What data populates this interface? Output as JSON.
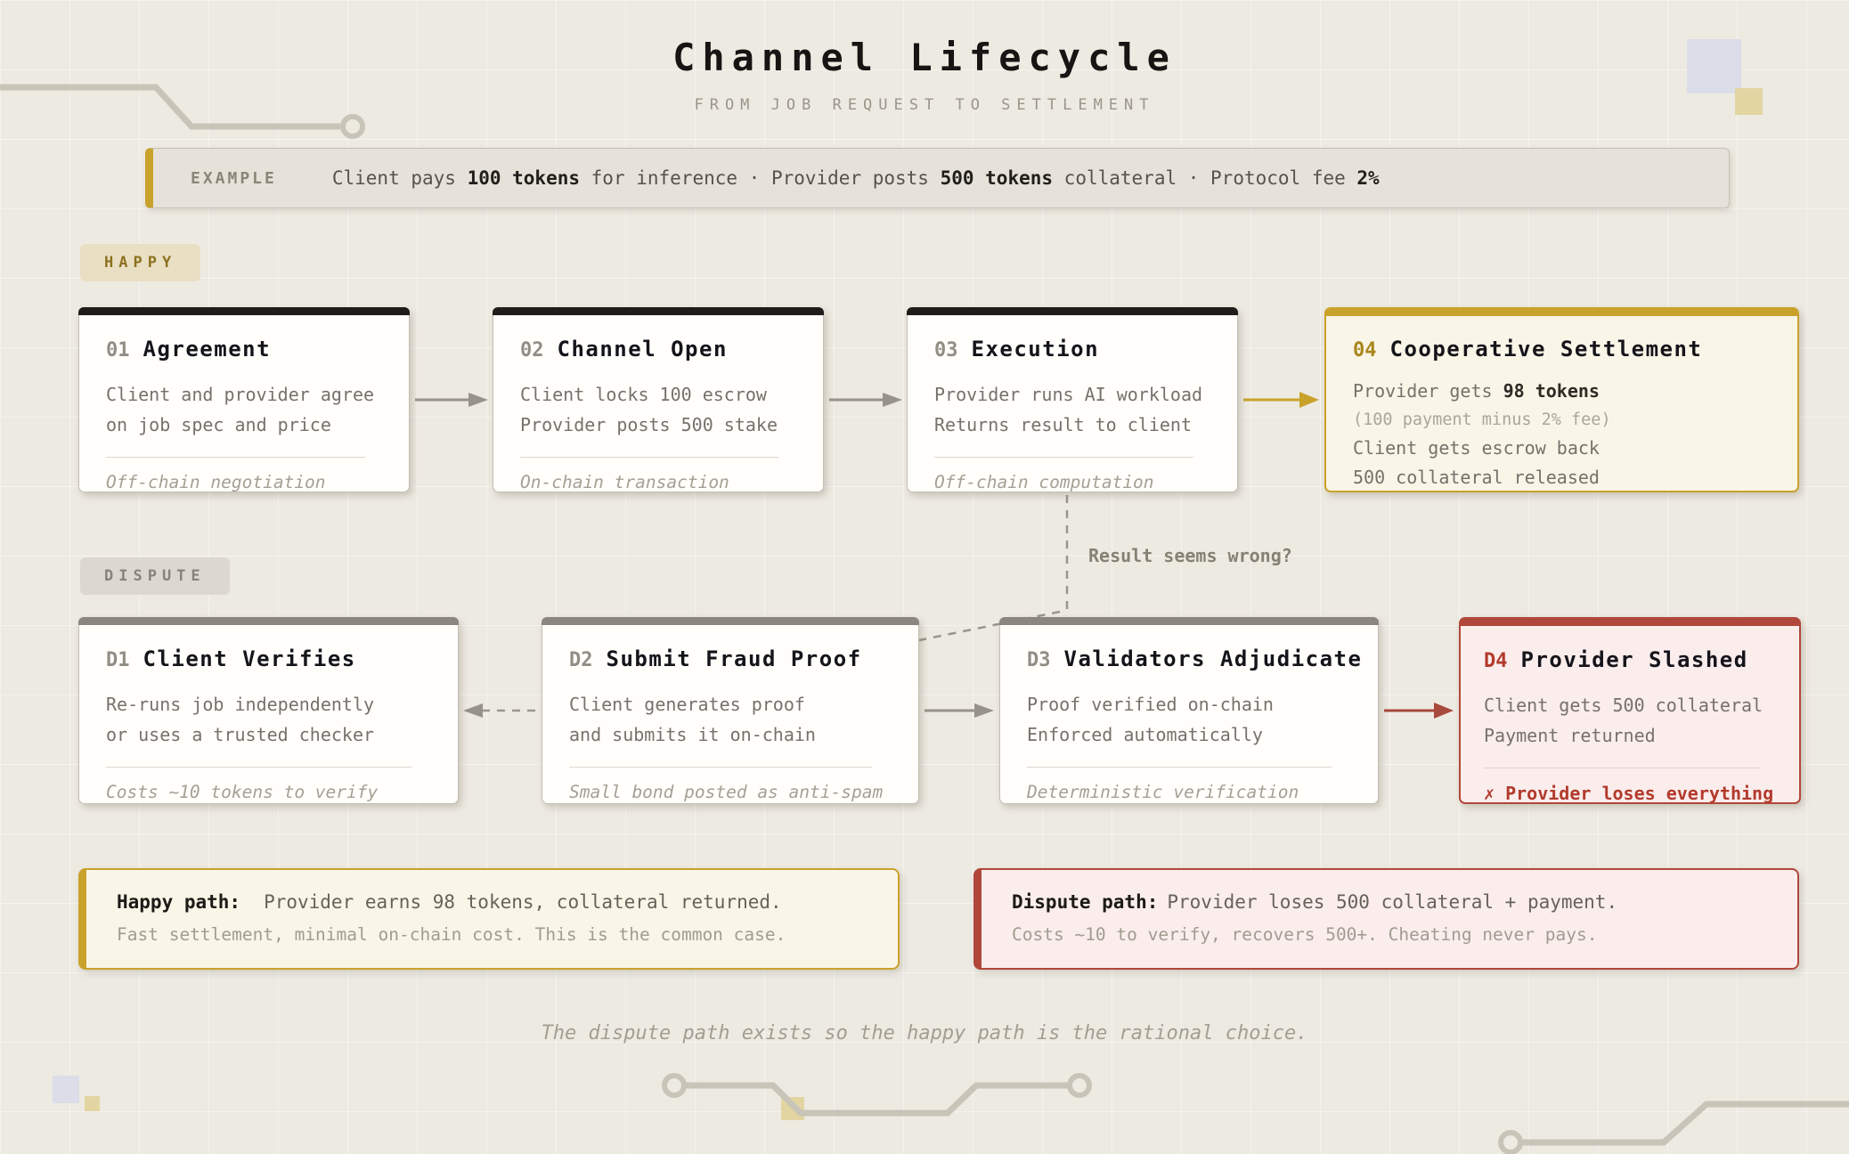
{
  "header": {
    "title": "Channel Lifecycle",
    "subtitle": "FROM JOB REQUEST TO SETTLEMENT"
  },
  "example": {
    "label": "EXAMPLE",
    "t1": "Client pays ",
    "b1": "100 tokens",
    "t2": " for inference · Provider posts ",
    "b2": "500 tokens",
    "t3": " collateral · Protocol fee ",
    "b3": "2%"
  },
  "sections": {
    "happy_label": "HAPPY",
    "dispute_label": "DISPUTE"
  },
  "happy_cards": [
    {
      "num": "01",
      "title": "Agreement",
      "lines": [
        "Client and provider agree",
        "on job spec and price"
      ],
      "footer": "Off-chain negotiation"
    },
    {
      "num": "02",
      "title": "Channel Open",
      "lines": [
        "Client locks 100 escrow",
        "Provider posts 500 stake"
      ],
      "footer": "On-chain transaction"
    },
    {
      "num": "03",
      "title": "Execution",
      "lines": [
        "Provider runs AI workload",
        "Returns result to client"
      ],
      "footer": "Off-chain computation"
    }
  ],
  "settlement_card": {
    "num": "04",
    "title": "Cooperative Settlement",
    "l1a": "Provider gets ",
    "l1b": "98 tokens",
    "l2": "(100 payment minus 2% fee)",
    "l3": "Client gets escrow back",
    "l4": "500 collateral released"
  },
  "connector": {
    "question": "Result seems wrong?"
  },
  "dispute_cards": [
    {
      "num": "D1",
      "title": "Client Verifies",
      "lines": [
        "Re-runs job independently",
        "or uses a trusted checker"
      ],
      "footer": "Costs ~10 tokens to verify"
    },
    {
      "num": "D2",
      "title": "Submit Fraud Proof",
      "lines": [
        "Client generates proof",
        "and submits it on-chain"
      ],
      "footer": "Small bond posted as anti-spam"
    },
    {
      "num": "D3",
      "title": "Validators Adjudicate",
      "lines": [
        "Proof verified on-chain",
        "Enforced automatically"
      ],
      "footer": "Deterministic verification"
    }
  ],
  "slashed_card": {
    "num": "D4",
    "title": "Provider Slashed",
    "lines": [
      "Client gets 500 collateral",
      "Payment returned"
    ],
    "footer": "✗ Provider loses everything"
  },
  "summaries": {
    "happy": {
      "label": "Happy path:",
      "text": "Provider earns 98 tokens, collateral returned.",
      "sub": "Fast settlement, minimal on-chain cost. This is the common case."
    },
    "dispute": {
      "label": "Dispute path:",
      "text": "Provider loses 500 collateral + payment.",
      "sub": "Costs ~10 to verify, recovers 500+. Cheating never pays."
    }
  },
  "footer": {
    "note": "The dispute path exists so the happy path is the rational choice."
  },
  "colors": {
    "bg": "#edeae2",
    "ink": "#1f1d1a",
    "gray-bar": "#8b877e",
    "trace": "#c9c4b8",
    "gold": "#c9a22b",
    "gold-text": "#a9861c",
    "gold-bg": "#f9f5e7",
    "red": "#b0473a",
    "red-text": "#b23a2c",
    "red-bg": "#faedec",
    "body-text": "#76716a",
    "muted": "#a5a094"
  }
}
